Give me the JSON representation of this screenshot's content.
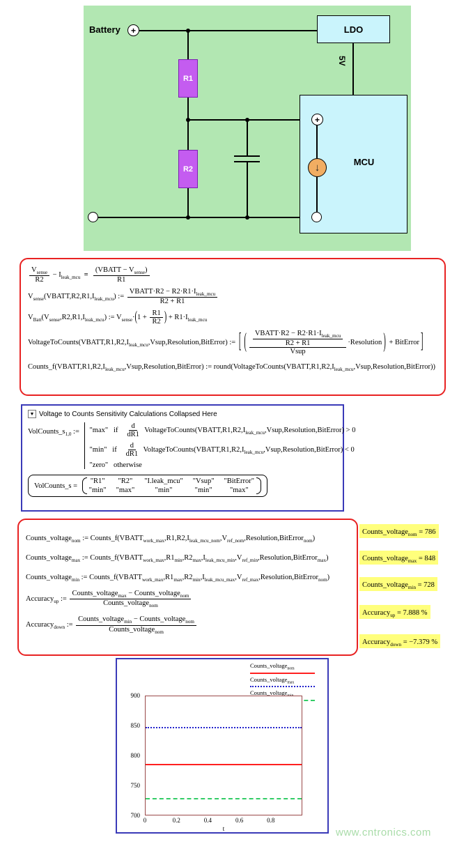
{
  "watermark": "www.cntronics.com",
  "circuit": {
    "battery_label": "Battery",
    "plus_sign": "+",
    "ldo_label": "LDO",
    "rail_label": "5V",
    "r1_label": "R1",
    "r2_label": "R2",
    "mcu_label": "MCU",
    "source_arrow": "↓"
  },
  "formulas": {
    "e1": [
      {
        "n": [
          {
            "t": "V",
            "s": "sense"
          }
        ],
        "d": [
          {
            "t": "R2"
          }
        ]
      },
      {
        "t": " − "
      },
      {
        "t": "I",
        "s": "leak_mcu"
      },
      {
        "t": "  =  ",
        "cls": "beq"
      },
      {
        "n": [
          {
            "t": "(VBATT − V"
          },
          {
            "s": "sense"
          },
          {
            "t": ")"
          }
        ],
        "d": [
          {
            "t": "R1"
          }
        ]
      }
    ],
    "e2": [
      {
        "t": "V",
        "s": "sense"
      },
      {
        "t": "(VBATT,R2,R1,I"
      },
      {
        "s": "leak_mcu"
      },
      {
        "t": ") := "
      },
      {
        "n": [
          {
            "t": "VBATT·R2 − R2·R1·I"
          },
          {
            "s": "leak_mcu"
          }
        ],
        "d": [
          {
            "t": "R2 + R1"
          }
        ]
      }
    ],
    "e3": [
      {
        "t": "V",
        "s": "Batt"
      },
      {
        "t": "(V"
      },
      {
        "s": "sense"
      },
      {
        "t": ",R2,R1,I"
      },
      {
        "s": "leak_mcu"
      },
      {
        "t": ") := V"
      },
      {
        "s": "sense"
      },
      {
        "t": "·"
      },
      {
        "t": "(",
        "cls": "tp2"
      },
      {
        "t": "1 + "
      },
      {
        "n": [
          {
            "t": "R1"
          }
        ],
        "d": [
          {
            "t": "R2"
          }
        ]
      },
      {
        "t": ")",
        "cls": "tp2"
      },
      {
        "t": " + R1·I"
      },
      {
        "s": "leak_mcu"
      }
    ],
    "e4": [
      {
        "t": "VoltageToCounts(VBATT,R1,R2,I"
      },
      {
        "s": "leak_mcu"
      },
      {
        "t": ",Vsup,Resolution,BitError) := "
      },
      {
        "t": "[",
        "cls": "tp3"
      },
      {
        "t": "(",
        "cls": "tp3"
      },
      {
        "n": [
          {
            "n": [
              {
                "t": "VBATT·R2 − R2·R1·I"
              },
              {
                "s": "leak_mcu"
              }
            ],
            "d": [
              {
                "t": "R2 + R1"
              }
            ]
          }
        ],
        "d": [
          {
            "t": "Vsup"
          }
        ]
      },
      {
        "t": "·Resolution"
      },
      {
        "t": ")",
        "cls": "tp3"
      },
      {
        "t": " + BitError"
      },
      {
        "t": "]",
        "cls": "tp3"
      }
    ],
    "e5": [
      {
        "t": "Counts_f(VBATT,R1,R2,I"
      },
      {
        "s": "leak_mcu"
      },
      {
        "t": ",Vsup,Resolution,BitError) := round(VoltageToCounts(VBATT,R1,R2,I"
      },
      {
        "s": "leak_mcu"
      },
      {
        "t": ",Vsup,Resolution,BitError))"
      }
    ]
  },
  "sensitivity": {
    "icon": "▼",
    "header": "Voltage to Counts Sensitivity Calculations Collapsed Here",
    "lhs": [
      {
        "t": "VolCounts_s"
      },
      {
        "s": "1,0"
      },
      {
        "t": " := "
      }
    ],
    "cases": [
      [
        {
          "t": "\"max\"   if   "
        },
        {
          "n": [
            {
              "t": "d"
            }
          ],
          "d": [
            {
              "t": "dR1"
            }
          ]
        },
        {
          "t": " VoltageToCounts(VBATT,R1,R2,I"
        },
        {
          "s": "leak_mcu"
        },
        {
          "t": ",Vsup,Resolution,BitError) > 0"
        }
      ],
      [
        {
          "t": "\"min\"   if   "
        },
        {
          "n": [
            {
              "t": "d"
            }
          ],
          "d": [
            {
              "t": "dR1"
            }
          ]
        },
        {
          "t": " VoltageToCounts(VBATT,R1,R2,I"
        },
        {
          "s": "leak_mcu"
        },
        {
          "t": ",Vsup,Resolution,BitError) < 0"
        }
      ],
      [
        {
          "t": "\"zero\"   otherwise"
        }
      ]
    ],
    "matrix_lhs": [
      {
        "t": "VolCounts_s = "
      }
    ],
    "matrix_rows": [
      [
        "\"R1\"",
        "\"R2\"",
        "\"I.leak_mcu\"",
        "\"Vsup\"",
        "\"BitError\""
      ],
      [
        "\"min\"",
        "\"max\"",
        "\"min\"",
        "\"min\"",
        "\"max\""
      ]
    ]
  },
  "results": {
    "lines": [
      [
        {
          "t": "Counts_voltage"
        },
        {
          "s": "nom"
        },
        {
          "t": " := Counts_f(VBATT"
        },
        {
          "s": "work_max"
        },
        {
          "t": ",R1,R2,I"
        },
        {
          "s": "leak_mcu_nom"
        },
        {
          "t": ",V"
        },
        {
          "s": "ref_nom"
        },
        {
          "t": ",Resolution,BitError"
        },
        {
          "s": "nom"
        },
        {
          "t": ")"
        }
      ],
      [
        {
          "t": "Counts_voltage"
        },
        {
          "s": "max"
        },
        {
          "t": " := Counts_f(VBATT"
        },
        {
          "s": "work_max"
        },
        {
          "t": ",R1"
        },
        {
          "s": "min"
        },
        {
          "t": ",R2"
        },
        {
          "s": "max"
        },
        {
          "t": ",I"
        },
        {
          "s": "leak_mcu_min"
        },
        {
          "t": ",V"
        },
        {
          "s": "ref_min"
        },
        {
          "t": ",Resolution,BitError"
        },
        {
          "s": "max"
        },
        {
          "t": ")"
        }
      ],
      [
        {
          "t": "Counts_voltage"
        },
        {
          "s": "min"
        },
        {
          "t": " := Counts_f(VBATT"
        },
        {
          "s": "work_max"
        },
        {
          "t": ",R1"
        },
        {
          "s": "max"
        },
        {
          "t": ",R2"
        },
        {
          "s": "min"
        },
        {
          "t": ",I"
        },
        {
          "s": "leak_mcu_max"
        },
        {
          "t": ",V"
        },
        {
          "s": "ref_max"
        },
        {
          "t": ",Resolution,BitError"
        },
        {
          "s": "nom"
        },
        {
          "t": ")"
        }
      ],
      [
        {
          "t": "Accuracy",
          "s": "up"
        },
        {
          "t": " := "
        },
        {
          "n": [
            {
              "t": "Counts_voltage"
            },
            {
              "s": "max"
            },
            {
              "t": " − Counts_voltage"
            },
            {
              "s": "nom"
            }
          ],
          "d": [
            {
              "t": "Counts_voltage"
            },
            {
              "s": "nom"
            }
          ]
        }
      ],
      [
        {
          "t": "Accuracy",
          "s": "down"
        },
        {
          "t": " := "
        },
        {
          "n": [
            {
              "t": "Counts_voltage"
            },
            {
              "s": "min"
            },
            {
              "t": " − Counts_voltage"
            },
            {
              "s": "nom"
            }
          ],
          "d": [
            {
              "t": "Counts_voltage"
            },
            {
              "s": "nom"
            }
          ]
        }
      ]
    ],
    "outputs": [
      [
        {
          "t": "Counts_voltage"
        },
        {
          "s": "nom"
        },
        {
          "t": " = 786"
        }
      ],
      [
        {
          "t": "Counts_voltage"
        },
        {
          "s": "max"
        },
        {
          "t": " = 848"
        }
      ],
      [
        {
          "t": "Counts_voltage"
        },
        {
          "s": "min"
        },
        {
          "t": " = 728"
        }
      ],
      [
        {
          "t": "Accuracy",
          "s": "up"
        },
        {
          "t": " = 7.888 %"
        }
      ],
      [
        {
          "t": "Accuracy",
          "s": "down"
        },
        {
          "t": " = −7.379 %"
        }
      ]
    ]
  },
  "chart": {
    "legend": [
      [
        {
          "t": "Counts_voltage"
        },
        {
          "s": "nom"
        }
      ],
      [
        {
          "t": "Counts_voltage"
        },
        {
          "s": "max"
        }
      ],
      [
        {
          "t": "Counts_voltage"
        },
        {
          "s": "min"
        }
      ]
    ]
  },
  "chart_data": {
    "type": "line",
    "title": "",
    "xlabel": "t",
    "ylabel": "",
    "xlim": [
      0,
      1
    ],
    "ylim": [
      700,
      900
    ],
    "xticks": [
      0,
      0.2,
      0.4,
      0.6,
      0.8
    ],
    "yticks": [
      700,
      750,
      800,
      850,
      900
    ],
    "grid": false,
    "legend_position": "top-right",
    "x": [
      0,
      1
    ],
    "series": [
      {
        "name": "Counts_voltage_nom",
        "values": [
          786,
          786
        ],
        "color": "#ff2020",
        "style": "solid"
      },
      {
        "name": "Counts_voltage_max",
        "values": [
          848,
          848
        ],
        "color": "#2222cc",
        "style": "dotted"
      },
      {
        "name": "Counts_voltage_min",
        "values": [
          728,
          728
        ],
        "color": "#33cc66",
        "style": "dashed"
      }
    ]
  }
}
